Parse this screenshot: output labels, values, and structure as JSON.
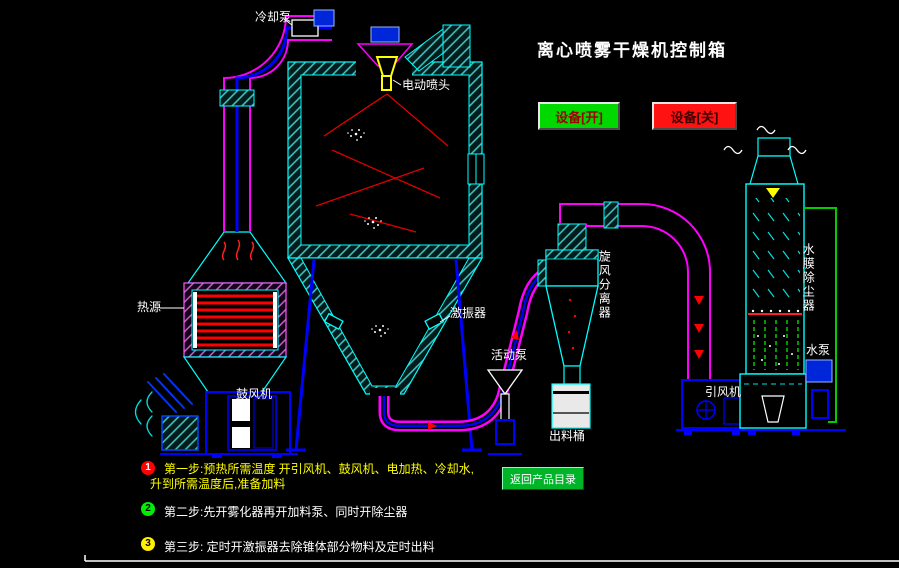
{
  "title": "离心喷雾干燥机控制箱",
  "buttons": {
    "on": "设备[开]",
    "off": "设备[关]",
    "back": "返回产品目录"
  },
  "labels": {
    "cooling_pump": "冷却泵",
    "nozzle": "电动喷头",
    "heat_source": "热源",
    "blower": "鼓风机",
    "vibrator": "激振器",
    "mobile_pump": "活动泵",
    "discharge_barrel": "出料桶",
    "cyclone": "旋风分离器",
    "draft_fan": "引风机",
    "scrubber": "水膜除尘器",
    "water_pump": "水泵"
  },
  "steps": [
    {
      "num": "1",
      "badge_color": "#ff0000",
      "text_color": "#ffff00",
      "line1": "第一步:预热所需温度  开引风机、鼓风机、电加热、冷却水,",
      "line2": "升到所需温度后,准备加料"
    },
    {
      "num": "2",
      "badge_color": "#00ee00",
      "text_color": "#ffffff",
      "line1": "第二步:先开雾化器再开加料泵、同时开除尘器"
    },
    {
      "num": "3",
      "badge_color": "#ffee00",
      "text_color": "#ffffff",
      "line1": "第三步: 定时开激振器去除锥体部分物料及定时出料"
    }
  ],
  "colors": {
    "background": "#000000",
    "outline_cyan": "#00ffff",
    "pipe_magenta": "#ff00ff",
    "pipe_blue": "#0000ff",
    "spray_red": "#ff0000",
    "button_on_green": "#00d900",
    "button_off_red": "#ff1212",
    "step1_text_yellow": "#ffff00",
    "water_green": "#00cc00",
    "nozzle_yellow": "#ffff00"
  }
}
